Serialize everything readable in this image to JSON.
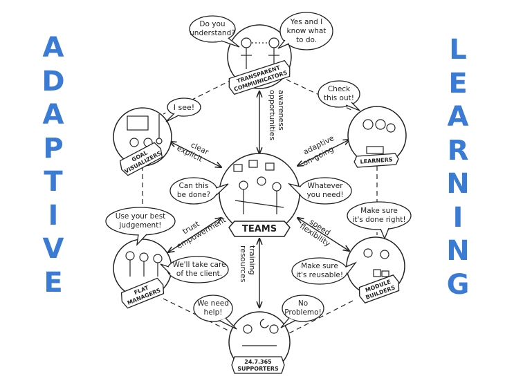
{
  "side_words": {
    "left": [
      "A",
      "D",
      "A",
      "P",
      "T",
      "I",
      "V",
      "E"
    ],
    "right": [
      "L",
      "E",
      "A",
      "R",
      "N",
      "I",
      "N",
      "G"
    ]
  },
  "colors": {
    "accent": "#3a7bd5",
    "ink": "#222222"
  },
  "nodes": {
    "communicators": {
      "banner": [
        "TRANSPARENT",
        "COMMUNICATORS"
      ],
      "bubbles": [
        [
          "Do you",
          "understand?"
        ],
        [
          "Yes and I",
          "know what",
          "to do."
        ]
      ]
    },
    "visualizers": {
      "banner": [
        "GOAL",
        "VISUALIZERS"
      ],
      "bubbles": [
        [
          "I see!"
        ]
      ]
    },
    "learners": {
      "banner": [
        "LEARNERS"
      ],
      "bubbles": [
        [
          "Check",
          "this out!"
        ]
      ]
    },
    "teams": {
      "banner": [
        "TEAMS"
      ],
      "bubbles": [
        [
          "Can this",
          "be done?"
        ],
        [
          "Whatever",
          "you need!"
        ]
      ]
    },
    "managers": {
      "banner": [
        "FLAT",
        "MANAGERS"
      ],
      "bubbles": [
        [
          "Use your best",
          "judgement!"
        ],
        [
          "We'll take care",
          "of the client."
        ]
      ]
    },
    "builders": {
      "banner": [
        "MODULE",
        "BUILDERS"
      ],
      "bubbles": [
        [
          "Make sure",
          "it's done right!"
        ],
        [
          "Make sure",
          "it's reusable!"
        ]
      ]
    },
    "supporters": {
      "banner": [
        "24.7.365",
        "SUPPORTERS"
      ],
      "bubbles": [
        [
          "We need",
          "help!"
        ],
        [
          "No",
          "Problemo!"
        ]
      ]
    }
  },
  "edge_labels": {
    "top": [
      "opportunities",
      "awareness"
    ],
    "upper_left": [
      "clear",
      "explicit"
    ],
    "upper_right": [
      "adaptive",
      "on-going"
    ],
    "lower_left": [
      "trust",
      "empowerment"
    ],
    "lower_right": [
      "speed",
      "flexibility"
    ],
    "bottom": [
      "training",
      "resources"
    ]
  }
}
